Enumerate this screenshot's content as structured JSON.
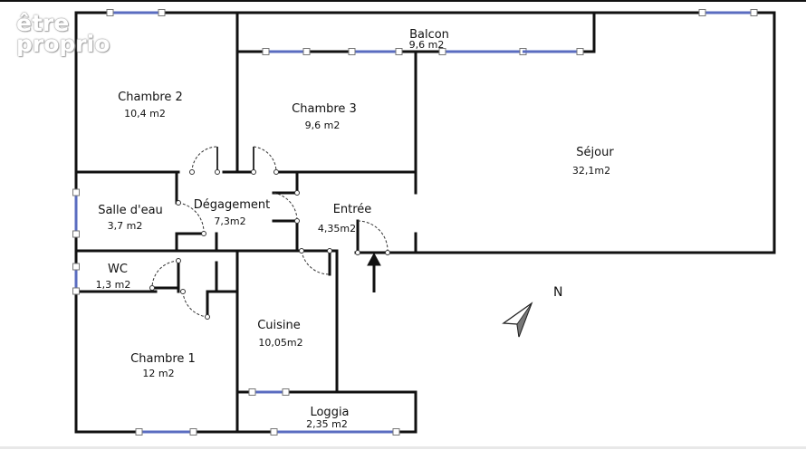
{
  "watermark": {
    "line1": "être",
    "line2": "proprio"
  },
  "rooms": [
    {
      "id": "balcon",
      "name": "Balcon",
      "area": "9,6 m2"
    },
    {
      "id": "chambre2",
      "name": "Chambre 2",
      "area": "10,4 m2"
    },
    {
      "id": "chambre3",
      "name": "Chambre 3",
      "area": "9,6 m2"
    },
    {
      "id": "sejour",
      "name": "Séjour",
      "area": "32,1m2"
    },
    {
      "id": "salle-eau",
      "name": "Salle d'eau",
      "area": "3,7 m2"
    },
    {
      "id": "degagement",
      "name": "Dégagement",
      "area": "7,3m2"
    },
    {
      "id": "entree",
      "name": "Entrée",
      "area": "4,35m2"
    },
    {
      "id": "wc",
      "name": "WC",
      "area": "1,3 m2"
    },
    {
      "id": "cuisine",
      "name": "Cuisine",
      "area": "10,05m2"
    },
    {
      "id": "chambre1",
      "name": "Chambre 1",
      "area": "12 m2"
    },
    {
      "id": "loggia",
      "name": "Loggia",
      "area": "2,35 m2"
    }
  ],
  "compass": {
    "label": "N",
    "icon": "compass-arrow-icon"
  },
  "entrance_marker": {
    "icon": "entrance-arrow-icon"
  },
  "colors": {
    "wall": "#111111",
    "window": "#5a6cc0",
    "door_swing": "#333333",
    "background": "#ffffff"
  }
}
